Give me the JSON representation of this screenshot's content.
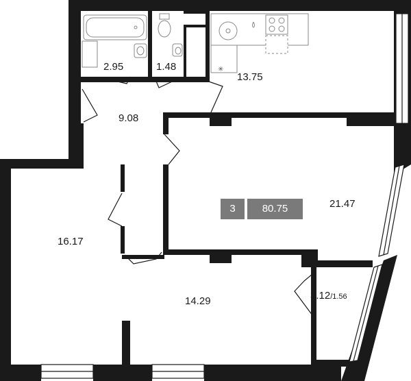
{
  "summary": {
    "rooms": "3",
    "total_area": "80.75"
  },
  "rooms": {
    "bathroom": "2.95",
    "toilet": "1.48",
    "kitchen": "13.75",
    "hallway": "9.08",
    "living_room": "21.47",
    "bedroom_left": "16.17",
    "bedroom_right": "14.29",
    "balcony": "3.12",
    "balcony_reduced": "/1.56"
  },
  "colors": {
    "wall": "#1a1a1a",
    "badge": "#7a7a7a",
    "fixture": "#888888"
  }
}
